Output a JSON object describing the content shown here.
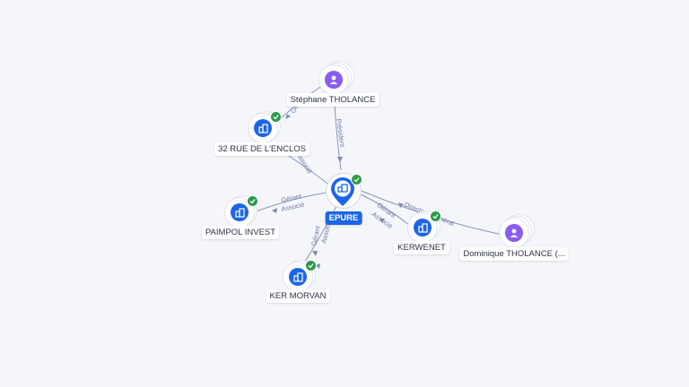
{
  "nodes": {
    "epure": {
      "label": "EPURE",
      "type": "company"
    },
    "stephane": {
      "label": "Stéphane THOLANCE",
      "type": "person"
    },
    "rue_enclos": {
      "label": "32 RUE DE L'ENCLOS",
      "type": "company"
    },
    "paimpol": {
      "label": "PAIMPOL INVEST",
      "type": "company"
    },
    "kermorvan": {
      "label": "KER MORVAN",
      "type": "company"
    },
    "kerwenet": {
      "label": "KERWENET",
      "type": "company"
    },
    "dominique": {
      "label": "Dominique THOLANCE (...",
      "type": "person"
    }
  },
  "edges": {
    "stephane_epure": "Président",
    "stephane_enclos": "Gérant",
    "enclos_epure": "Associé",
    "paimpol_gerant": "Gérant",
    "paimpol_associe": "Associé",
    "kermorvan_gerant": "Gérant",
    "kermorvan_associe": "Associé",
    "kerwenet_gerant": "Gérant",
    "kerwenet_associe": "Associé",
    "dominique_directeur": "Directeur Général"
  },
  "icons": {
    "company": "building-icon",
    "person": "person-icon",
    "verified": "check-icon"
  },
  "colors": {
    "company": "#1c66e6",
    "person": "#8a5cf0",
    "verified": "#2b9a4c",
    "edge": "#8a93b8"
  }
}
